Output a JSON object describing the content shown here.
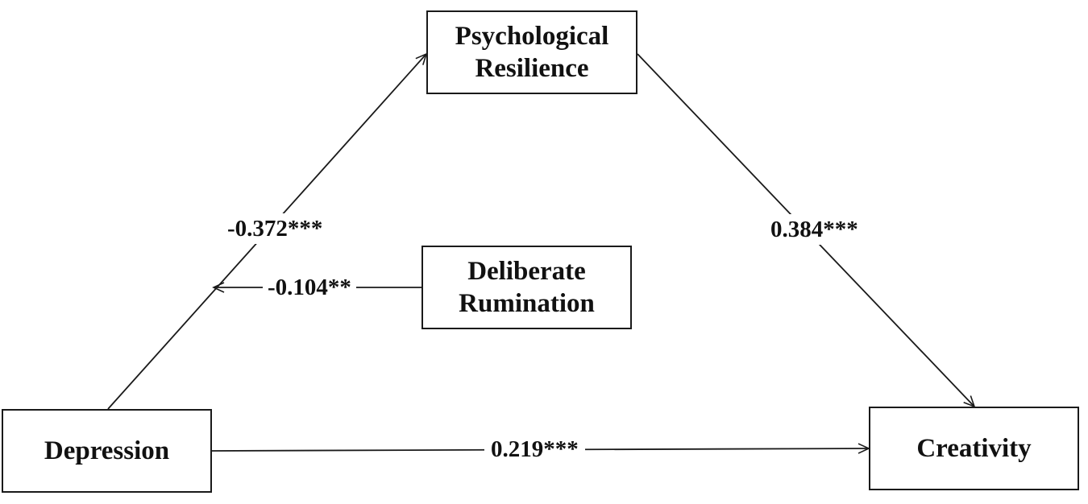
{
  "nodes": {
    "psychological_resilience": {
      "line1": "Psychological",
      "line2": "Resilience"
    },
    "deliberate_rumination": {
      "line1": "Deliberate",
      "line2": "Rumination"
    },
    "depression": {
      "label": "Depression"
    },
    "creativity": {
      "label": "Creativity"
    }
  },
  "paths": {
    "depression_to_resilience": "-0.372***",
    "rumination_moderation": "-0.104**",
    "resilience_to_creativity": "0.384***",
    "depression_to_creativity": "0.219***"
  },
  "colors": {
    "stroke": "#1a1a1a",
    "text": "#111111",
    "background": "#ffffff"
  }
}
